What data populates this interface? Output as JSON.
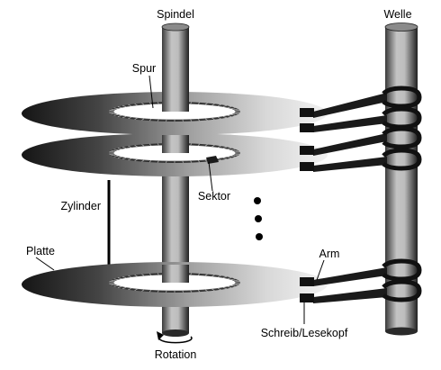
{
  "labels": {
    "spindel": "Spindel",
    "welle": "Welle",
    "spur": "Spur",
    "sektor": "Sektor",
    "zylinder": "Zylinder",
    "platte": "Platte",
    "arm": "Arm",
    "schreib_lesekopf": "Schreib/Lesekopf",
    "rotation": "Rotation"
  },
  "colors": {
    "ink": "#000000",
    "background": "#ffffff"
  }
}
